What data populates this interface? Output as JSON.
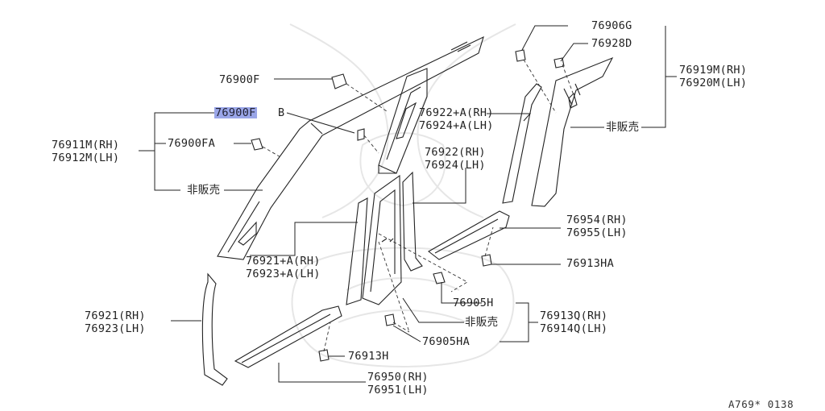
{
  "labels": {
    "p76900F": "76900F",
    "p76900FB": "76900F",
    "p76900FB_suffix": "B",
    "p76911M": "76911M(RH)",
    "p76912M": "76912M(LH)",
    "p76900FA": "76900FA",
    "hihanbai_left": "非販売",
    "p76906G": "76906G",
    "p76928D": "76928D",
    "p76919M": "76919M(RH)",
    "p76920M": "76920M(LH)",
    "p76922A": "76922+A(RH)",
    "p76924A": "76924+A(LH)",
    "hihanbai_right": "非販売",
    "p76922": "76922(RH)",
    "p76924": "76924(LH)",
    "p76954": "76954(RH)",
    "p76955": "76955(LH)",
    "p76913HA": "76913HA",
    "p76921A": "76921+A(RH)",
    "p76923A": "76923+A(LH)",
    "p76905H": "76905H",
    "p76913Q": "76913Q(RH)",
    "p76914Q": "76914Q(LH)",
    "hihanbai_bottom": "非販売",
    "p76921": "76921(RH)",
    "p76923": "76923(LH)",
    "p76905HA": "76905HA",
    "p76913H": "76913H",
    "p76950": "76950(RH)",
    "p76951": "76951(LH)"
  },
  "figure_ref": "A769* 0138",
  "colors": {
    "highlight": "#9aa6e8",
    "line": "#222222",
    "watermark": "#e6e6e6"
  }
}
